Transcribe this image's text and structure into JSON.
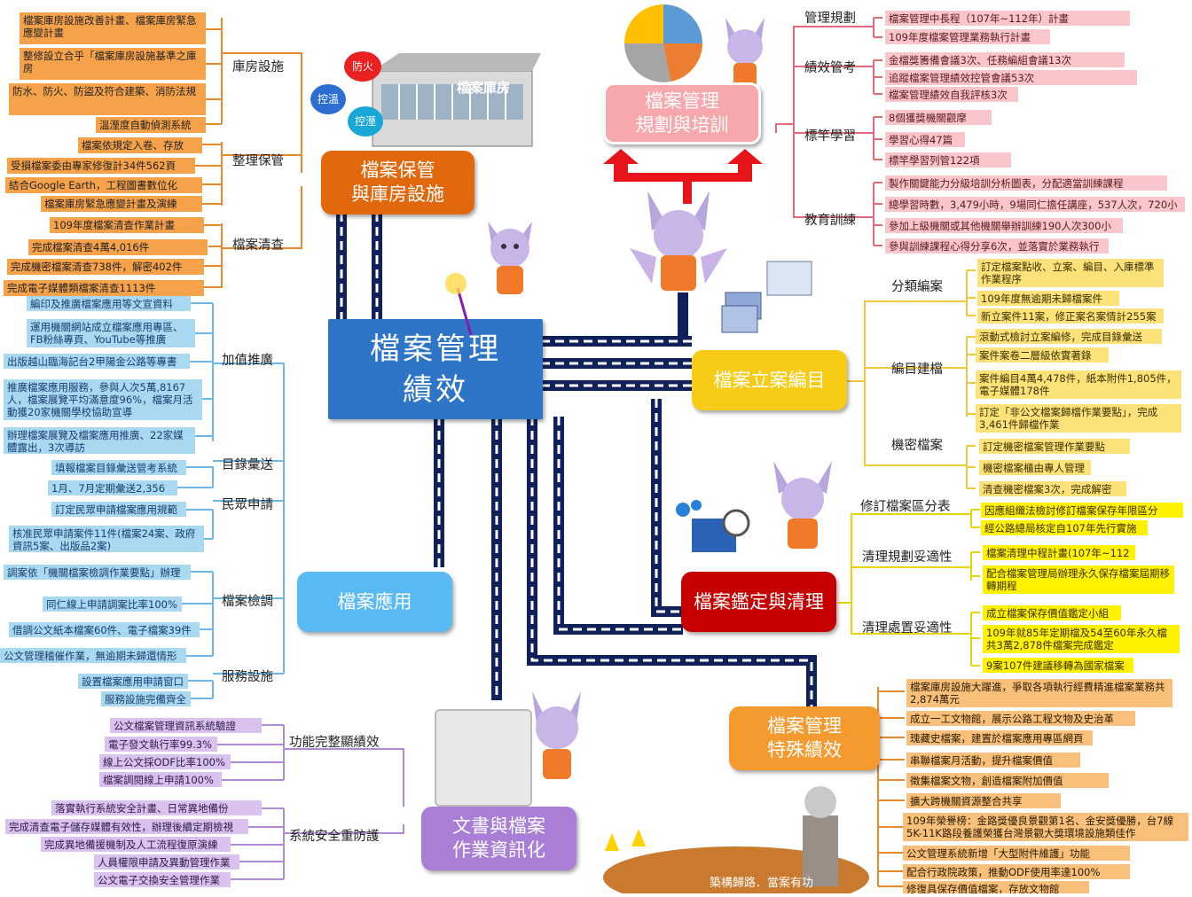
{
  "center": "檔案管理\n績效",
  "branches": {
    "storage": {
      "title": "檔案保管\n與庫房設施",
      "groups": [
        {
          "label": "庫房設施",
          "items": [
            "檔案庫房設施改善計畫、檔案庫房緊急應變計畫",
            "整修設立合乎「檔案庫房設施基準之庫房",
            "防水、防火、防盜及符合建築、消防法規",
            "溫溼度自動偵測系統"
          ]
        },
        {
          "label": "整理保管",
          "items": [
            "檔案依規定入卷、存放",
            "受損檔案委由專家修復計34件562頁",
            "結合Google Earth，工程圖書數位化",
            "檔案庫房緊急應變計畫及演練"
          ]
        },
        {
          "label": "檔案清查",
          "items": [
            "109年度檔案清查作業計畫",
            "完成檔案清查4萬4,016件",
            "完成機密檔案清查738件，解密402件",
            "完成電子媒體類檔案清查1113件"
          ]
        }
      ],
      "illus": {
        "building": "檔案庫房",
        "gear1": "防火",
        "gear2": "控溫",
        "gear3": "控溼"
      }
    },
    "planning": {
      "title": "檔案管理\n規劃與培訓",
      "groups": [
        {
          "label": "管理規劃",
          "items": [
            "檔案管理中長程（107年~112年）計畫",
            "109年度檔案管理業務執行計畫"
          ]
        },
        {
          "label": "績效管考",
          "items": [
            "金檔獎籌備會議3次、任務編組會議13次",
            "追蹤檔案管理績效控管會議53次",
            "檔案管理績效自我評核3次"
          ]
        },
        {
          "label": "標竿學習",
          "items": [
            "8個獲獎機關觀摩",
            "學習心得47篇",
            "標竿學習列管122項"
          ]
        },
        {
          "label": "教育訓練",
          "items": [
            "製作關鍵能力分級培訓分析圖表，分配適當訓練課程",
            "總學習時數，3,479小時，9場同仁擔任講座，537人次，720小時",
            "參加上級機關或其他機關舉辦訓練190人次300小時",
            "參與訓練課程心得分享6次，並落實於業務執行"
          ]
        }
      ]
    },
    "catalog": {
      "title": "檔案立案編目",
      "groups": [
        {
          "label": "分類編案",
          "items": [
            "訂定檔案點收、立案、編目、入庫標準作業程序",
            "109年度無逾期未歸檔案件",
            "新立案件11案，修正案名案情計255案"
          ]
        },
        {
          "label": "編目建檔",
          "items": [
            "滾動式檢討立案編修，完成目錄彙送",
            "案件案卷二層級依實著錄",
            "案件編目4萬4,478件，紙本附件1,805件，電子媒體178件",
            "訂定「非公文檔案歸檔作業要點」，完成3,461件歸檔作業"
          ]
        },
        {
          "label": "機密檔案",
          "items": [
            "訂定機密檔案管理作業要點",
            "機密檔案櫃由專人管理",
            "清查機密檔案3次，完成解密402件"
          ]
        }
      ]
    },
    "appraisal": {
      "title": "檔案鑑定與清理",
      "groups": [
        {
          "label": "修訂檔案區分表",
          "items": [
            "因應組織法檢討修訂檔案保存年限區分",
            "經公路總局核定自107年先行實施"
          ]
        },
        {
          "label": "清理規劃妥適性",
          "items": [
            "檔案清理中程計畫(107年~112年)",
            "配合檔案管理局辦理永久保存檔案屆期移轉期程"
          ]
        },
        {
          "label": "清理處置妥適性",
          "items": [
            "成立檔案保存價值鑑定小組",
            "109年就85年定期檔及54至60年永久檔共3萬2,878件檔案完成鑑定",
            "9案107件建議移轉為國家檔案"
          ]
        }
      ]
    },
    "application": {
      "title": "檔案應用",
      "groups": [
        {
          "label": "加值推廣",
          "items": [
            "編印及推廣檔案應用等文宣資料",
            "運用機關網站成立檔案應用專區、FB粉絲專頁、YouTube等推廣",
            "出版越山臨海記台2甲陽金公路等專書",
            "推廣檔案應用服務，參與人次5萬,8167人，檔案展覽平均滿意度96%，檔案月活動獲20家機關學校協助宣導",
            "辦理檔案展覽及檔案應用推廣、22家媒體露出，3次導訪"
          ]
        },
        {
          "label": "目錄彙送",
          "items": [
            "填報檔案目錄彙送管考系統",
            "1月、7月定期彙送2,356筆"
          ]
        },
        {
          "label": "民眾申請",
          "items": [
            "訂定民眾申請檔案應用規範",
            "核准民眾申請案件11件(檔案24案、政府資訊5案、出版品2案)"
          ]
        },
        {
          "label": "檔案檢調",
          "items": [
            "調案依「機關檔案檢調作業要點」辦理",
            "同仁線上申請調案比率100%",
            "借調公文紙本檔案60件、電子檔案39件",
            "公文管理稽催作業，無逾期未歸還情形"
          ]
        },
        {
          "label": "服務設施",
          "items": [
            "設置檔案應用申請窗口",
            "服務設施完備齊全"
          ]
        }
      ]
    },
    "informatization": {
      "title": "文書與檔案\n作業資訊化",
      "groups": [
        {
          "label": "功能完整顯績效",
          "items": [
            "公文檔案管理資訊系統驗證",
            "電子發文執行率99.3%",
            "線上公文採ODF比率100%",
            "檔案調閱線上申請100%"
          ]
        },
        {
          "label": "系統安全重防護",
          "items": [
            "落實執行系統安全計畫、日常異地備份",
            "完成清查電子儲存媒體有效性，辦理後續定期檢視",
            "完成異地備援機制及人工流程復原演練",
            "人員權限申請及異動管理作業",
            "公文電子交換安全管理作業"
          ]
        }
      ]
    },
    "special": {
      "title": "檔案管理\n特殊績效",
      "items": [
        "檔案庫房設施大躍進，爭取各項執行經費精進檔案業務共2,874萬元",
        "成立一工文物館，展示公路工程文物及史治革",
        "瑰藏史檔案，建置於檔案應用專區網頁",
        "串聯檔案月活動，提升檔案價值",
        "徵集檔案文物，創造檔案附加價值",
        "擴大跨機關資源整合共享",
        "109年榮譽榜：金路獎優良景觀第1名、金安獎優勝，台7線5K-11K路段養護榮獲台灣景觀大獎環境設施類佳作",
        "公文管理系統新增「大型附件維護」功能",
        "配合行政院政策，推動ODF使用率達100%",
        "修復具保存價值檔案，存放文物館"
      ],
      "plaque": "築構歸路．當案有功"
    }
  },
  "colors": {
    "road": "#10205a",
    "orange": "#f5a24b",
    "blue": "#a9d8f1",
    "purple": "#d9c2ee",
    "pink": "#f9c6cc",
    "yellow": "#fde27a"
  }
}
